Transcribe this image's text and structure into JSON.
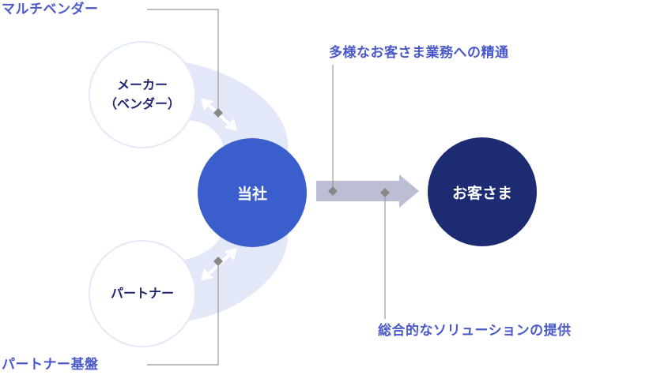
{
  "labels": {
    "multi_vendor": "マルチベンダー",
    "partner_base": "パートナー基盤",
    "customer_knowledge": "多様なお客さま業務への精通",
    "solution_provision": "総合的なソリューションの提供"
  },
  "nodes": {
    "maker_line1": "メーカー",
    "maker_line2": "（ベンダー）",
    "partner": "パートナー",
    "company": "当社",
    "customer": "お客さま"
  },
  "colors": {
    "label_text": "#4a58c8",
    "arc_fill": "#e3e8f8",
    "company_circle": "#3a5fcd",
    "customer_circle": "#1d2c72",
    "arrow_fill": "#bcbfd4",
    "connector_line": "#999999",
    "side_text": "#1d2470"
  },
  "icons": [
    "double-arrow-icon",
    "right-arrow-icon",
    "diamond-marker-icon"
  ]
}
